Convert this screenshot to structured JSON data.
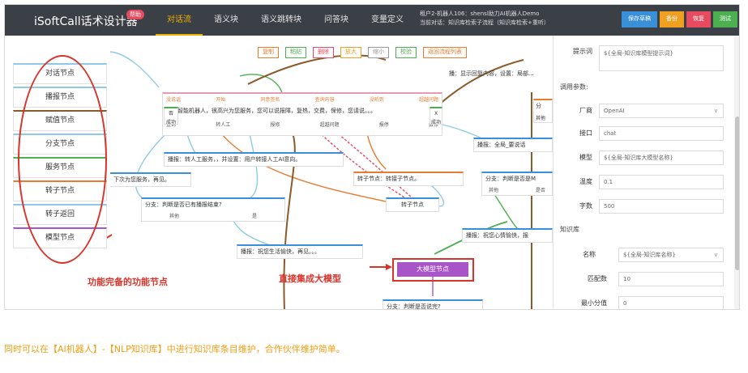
{
  "app": {
    "title": "iSoftCall话术设计器",
    "help_badge": "帮助",
    "nav": [
      "对话流",
      "语义块",
      "语义跳转块",
      "问答块",
      "变量定义"
    ],
    "active_nav": 0,
    "tenant_line1": "租户2-机器人106：shensl助力AI机器人Demo",
    "tenant_line2": "当前对话：知识库检索子流程（知识库检索+重听）",
    "buttons": [
      {
        "label": "保存草稿",
        "color": "#3a8fd9"
      },
      {
        "label": "备份",
        "color": "#f0a020"
      },
      {
        "label": "恢复",
        "color": "#e84a5f"
      },
      {
        "label": "测试",
        "color": "#4caf50"
      }
    ]
  },
  "toolbar": [
    {
      "label": "复制",
      "color": "#e67c30"
    },
    {
      "label": "粘贴",
      "color": "#4caf50"
    },
    {
      "label": "删除",
      "color": "#e84a5f"
    },
    {
      "label": "放大",
      "color": "#f0a020"
    },
    {
      "label": "缩小",
      "color": "#999999"
    },
    {
      "label": "校验",
      "color": "#4caf50"
    },
    {
      "label": "返回流程列表",
      "color": "#e67c30"
    }
  ],
  "palette": [
    {
      "label": "对话节点",
      "color": "#8ecae6"
    },
    {
      "label": "播报节点",
      "color": "#8ecae6"
    },
    {
      "label": "赋值节点",
      "color": "#8b5a2b"
    },
    {
      "label": "分支节点",
      "color": "#8ecae6"
    },
    {
      "label": "服务节点",
      "color": "#4caf50"
    },
    {
      "label": "转子节点",
      "color": "#e67c30"
    },
    {
      "label": "转子返回",
      "color": "#8ecae6"
    },
    {
      "label": "模型节点",
      "color": "#a855c8"
    }
  ],
  "annotations": {
    "left": "功能完备的功能节点",
    "middle": "直接集成大模型"
  },
  "canvas": {
    "top_note": "播：显示回复内容，设置：局部...",
    "dialog_tabs": [
      "没说话",
      "开始",
      "同意签名",
      "查询内容",
      "没听到",
      "超越问题"
    ],
    "dialog_text": "我是智能机器人，很高兴为您服务，您可以说报障，复热，交费，保修，您请说。。。",
    "dialog_sub": [
      "查询",
      "转人工",
      "报修",
      "超越问题",
      "报停",
      "报修"
    ],
    "left_tag1": "否",
    "left_tag2": "成功",
    "right_tag1": "X",
    "right_tag2": "成功",
    "broadcast1": "播报：转人工服务，，并设置：用户转接人工AI意向。",
    "left_cut": "下次为您服务，再见。",
    "branch1": "分支：判断是否已有播报结束?",
    "branch1_sub": [
      "其他",
      "是"
    ],
    "transfer1": "转子节点：转接子节点。",
    "transfer_return": "转子节点",
    "broadcast_right": "播报：全局_要说话",
    "branch_right": "分支：判断是否是M",
    "branch_right_sub": [
      "其他",
      "是否"
    ],
    "broadcast2": "播报：祝您生活愉快，再见。。。",
    "broadcast3": "播报：祝您心情愉快，报",
    "llm_node": "大模型节点",
    "branch_bottom": "分支：判断是否说完?",
    "right_cut1": "分",
    "right_cut2": "其他"
  },
  "panel": {
    "prompt_label": "提示词",
    "prompt_value": "${全局-知识库模型提示词}",
    "call_params": "调用参数:",
    "vendor_label": "厂商",
    "vendor_value": "OpenAI",
    "api_label": "接口",
    "api_value": "chat",
    "model_label": "模型",
    "model_value": "${全局-知识库大模型名称}",
    "temp_label": "温度",
    "temp_value": "0.1",
    "tokens_label": "字数",
    "tokens_value": "500",
    "kb_section": "知识库",
    "name_label": "名称",
    "name_value": "${全局-知识库名称}",
    "match_label": "匹配数",
    "match_value": "10",
    "min_score_label": "最小分值",
    "min_score_value": "0"
  },
  "caption": "同时可以在【AI机器人】-【NLP知识库】中进行知识库条目维护，合作伙伴维护简单。"
}
